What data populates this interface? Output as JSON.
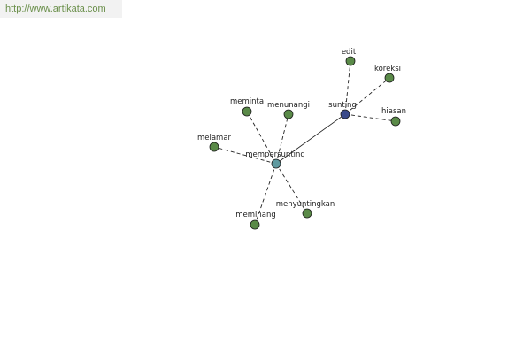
{
  "watermark": {
    "text": "http://www.artikata.com"
  },
  "colors": {
    "leaf_node": "#5a8a48",
    "center_node": "#5f9aa0",
    "hub_node": "#3a4a8a",
    "edge": "#222222"
  },
  "graph": {
    "nodes": [
      {
        "id": "mempersunting",
        "label": "mempersunting",
        "role": "center"
      },
      {
        "id": "sunting",
        "label": "sunting",
        "role": "hub"
      },
      {
        "id": "edit",
        "label": "edit",
        "role": "leaf"
      },
      {
        "id": "koreksi",
        "label": "koreksi",
        "role": "leaf"
      },
      {
        "id": "hiasan",
        "label": "hiasan",
        "role": "leaf"
      },
      {
        "id": "meminta",
        "label": "meminta",
        "role": "leaf"
      },
      {
        "id": "menunangi",
        "label": "menunangi",
        "role": "leaf"
      },
      {
        "id": "melamar",
        "label": "melamar",
        "role": "leaf"
      },
      {
        "id": "meminang",
        "label": "meminang",
        "role": "leaf"
      },
      {
        "id": "menyuntingkan",
        "label": "menyuntingkan",
        "role": "leaf"
      }
    ],
    "edges": [
      {
        "from": "mempersunting",
        "to": "sunting",
        "style": "solid"
      },
      {
        "from": "sunting",
        "to": "edit",
        "style": "dashed"
      },
      {
        "from": "sunting",
        "to": "koreksi",
        "style": "dashed"
      },
      {
        "from": "sunting",
        "to": "hiasan",
        "style": "dashed"
      },
      {
        "from": "mempersunting",
        "to": "meminta",
        "style": "dashed"
      },
      {
        "from": "mempersunting",
        "to": "menunangi",
        "style": "dashed"
      },
      {
        "from": "mempersunting",
        "to": "melamar",
        "style": "dashed"
      },
      {
        "from": "mempersunting",
        "to": "meminang",
        "style": "dashed"
      },
      {
        "from": "mempersunting",
        "to": "menyuntingkan",
        "style": "dashed"
      }
    ]
  }
}
